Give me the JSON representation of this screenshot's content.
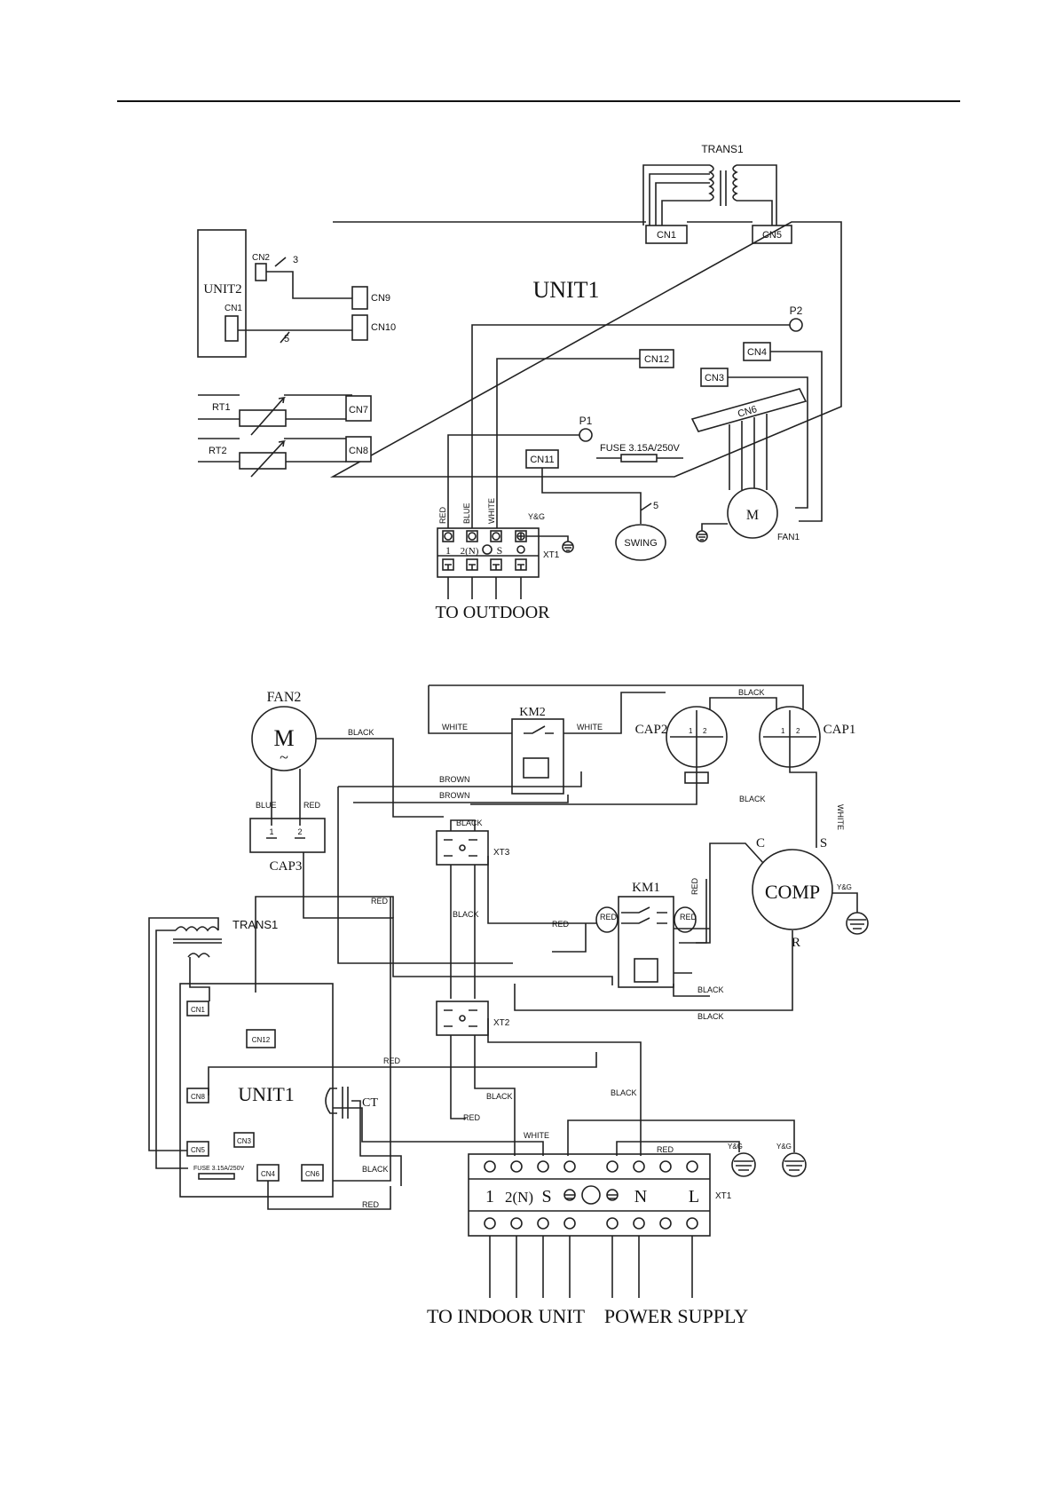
{
  "indoor": {
    "trans1": "TRANS1",
    "cn1": "CN1",
    "cn5": "CN5",
    "unit1": "UNIT1",
    "unit2": "UNIT2",
    "u2_cn2": "CN2",
    "u2_cn1": "CN1",
    "w3": "3",
    "w5a": "5",
    "cn9": "CN9",
    "cn10": "CN10",
    "p2": "P2",
    "cn12": "CN12",
    "cn4": "CN4",
    "cn3": "CN3",
    "cn6": "CN6",
    "rt1": "RT1",
    "rt2": "RT2",
    "cn7": "CN7",
    "cn8": "CN8",
    "p1": "P1",
    "fuse": "FUSE  3.15A/250V",
    "cn11": "CN11",
    "w5b": "5",
    "swing": "SWING",
    "motor": "M",
    "fan1": "FAN1",
    "red": "RED",
    "blue": "BLUE",
    "white": "WHITE",
    "yg": "Y&G",
    "xt1": "XT1",
    "t1": "1",
    "t2": "2(N)",
    "ts": "S",
    "outdoor": "TO  OUTDOOR"
  },
  "outdoor": {
    "fan2": "FAN2",
    "motor": "M",
    "tilde": "~",
    "black_fan": "BLACK",
    "brown1": "BROWN",
    "brown2": "BROWN",
    "blue": "BLUE",
    "red_cap3": "RED",
    "cap3": "CAP3",
    "cap3_1": "1",
    "cap3_2": "2",
    "km2": "KM2",
    "white1": "WHITE",
    "white2": "WHITE",
    "cap2": "CAP2",
    "cap1": "CAP1",
    "black_top": "BLACK",
    "black_mid": "BLACK",
    "white3": "WHITE",
    "black_xt3": "BLACK",
    "xt3": "XT3",
    "c": "C",
    "s": "S",
    "comp": "COMP",
    "yg_comp": "Y&G",
    "r": "R",
    "km1": "KM1",
    "red_km1a": "RED",
    "red_km1b": "RED",
    "red_km1c": "RED",
    "trans1": "TRANS1",
    "red_a": "RED",
    "red_b": "RED",
    "black_a": "BLACK",
    "black_km1": "BLACK",
    "black_km1b": "BLACK",
    "cn1": "CN1",
    "cn12": "CN12",
    "xt2": "XT2",
    "cn8": "CN8",
    "unit1": "UNIT1",
    "ct": "CT",
    "red_c": "RED",
    "black_b": "BLACK",
    "black_c": "BLACK",
    "red_d": "RED",
    "white4": "WHITE",
    "cn5": "CN5",
    "cn3": "CN3",
    "red_e": "RED",
    "yg_a": "Y&G",
    "yg_b": "Y&G",
    "fuse": "FUSE 3.15A/250V",
    "cn4": "CN4",
    "cn6": "CN6",
    "black_d": "BLACK",
    "red_f": "RED",
    "t1": "1",
    "t2": "2(N)",
    "ts": "S",
    "tn": "N",
    "tl": "L",
    "xt1": "XT1",
    "indoor_unit": "TO  INDOOR  UNIT",
    "power_supply": "POWER  SUPPLY"
  }
}
